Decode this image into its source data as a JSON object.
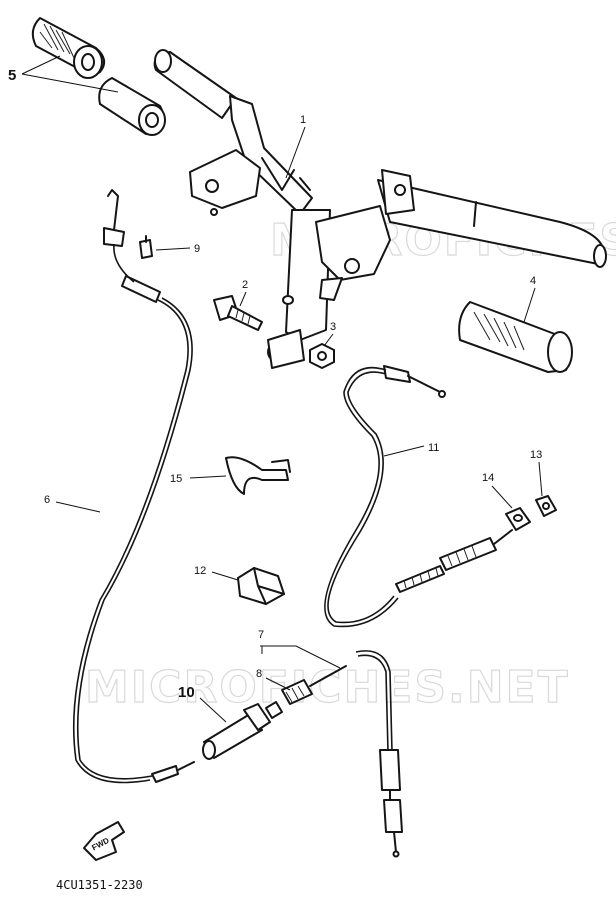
{
  "watermarks": [
    "MICROFICHES.NET",
    "MICROFICHES.NET"
  ],
  "part_number": "4CU1351-2230",
  "arrow_text": "FWD",
  "callouts": {
    "c1": "1",
    "c2": "2",
    "c3": "3",
    "c4": "4",
    "c5": "5",
    "c6": "6",
    "c7": "7",
    "c8": "8",
    "c9": "9",
    "c10": "10",
    "c11": "11",
    "c12": "12",
    "c13": "13",
    "c14": "14",
    "c15": "15"
  }
}
